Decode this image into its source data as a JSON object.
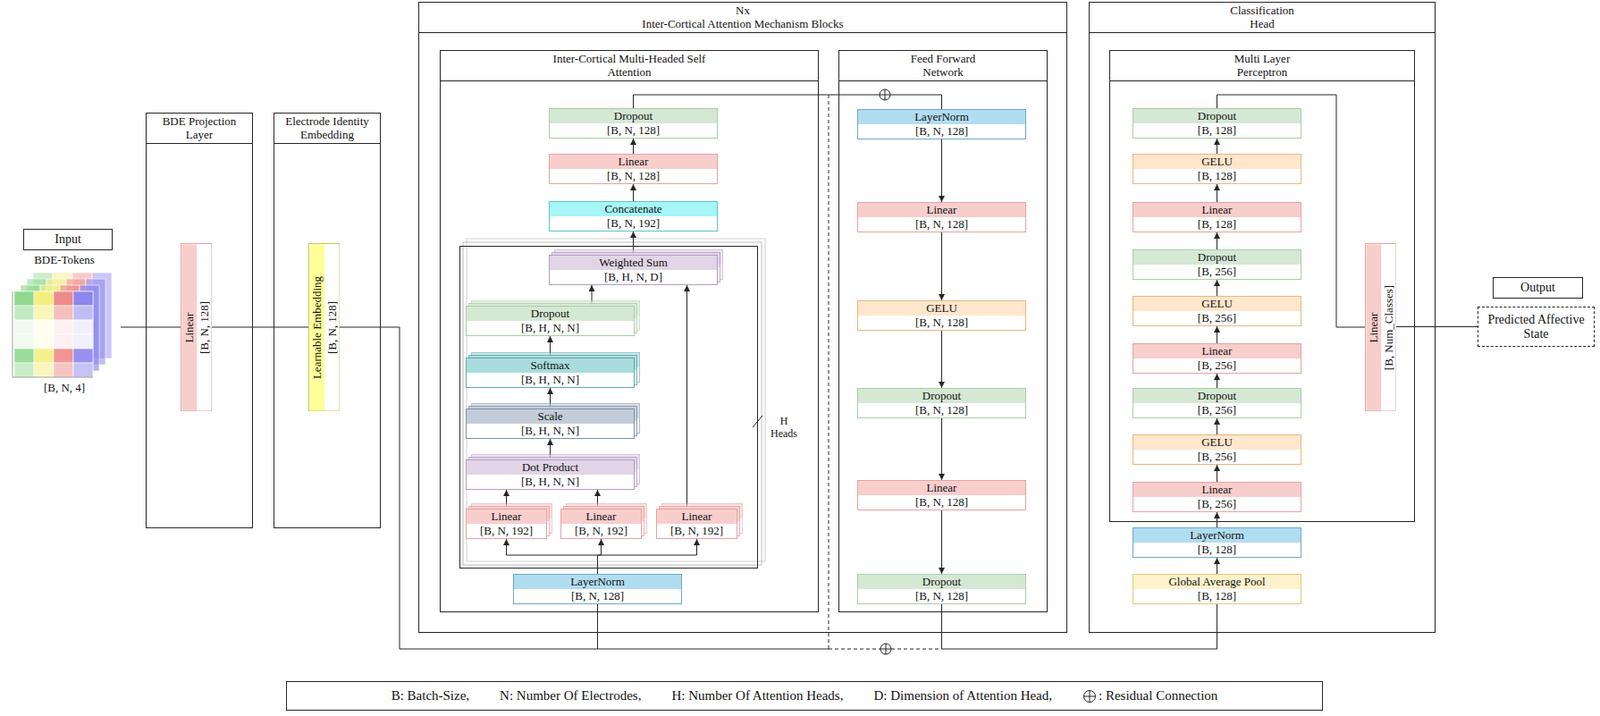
{
  "diagram": {
    "nodes": [
      {
        "text": [
          "Input"
        ]
      },
      {
        "text": [
          "BDE-Tokens",
          "[B, N, 4]"
        ]
      },
      {
        "text": [
          "BDE Projection Layer"
        ]
      },
      {
        "text": [
          "Linear",
          "[B, N, 128]"
        ],
        "in": 2
      },
      {
        "text": [
          "Electrode Identity Embedding"
        ]
      },
      {
        "text": [
          "Learnable Embedding",
          "[B, N, 128]"
        ],
        "in": 4
      },
      {
        "text": [
          "Nx",
          "Inter-Cortical Attention Mechanism Blocks"
        ]
      },
      {
        "text": [
          "Inter-Cortical Multi-Headed Self Attention"
        ],
        "in": 6
      },
      {
        "text": [
          "H Heads"
        ],
        "in": 7
      },
      {
        "text": [
          "Linear",
          "[B, N, 192]"
        ],
        "in": 8
      },
      {
        "text": [
          "Linear",
          "[B, N, 192]"
        ],
        "in": 8
      },
      {
        "text": [
          "Linear",
          "[B, N, 192]"
        ],
        "in": 8
      },
      {
        "text": [
          "Dot Product",
          "[B, H, N, N]"
        ],
        "in": 8
      },
      {
        "text": [
          "Scale",
          "[B, H, N, N]"
        ],
        "in": 8
      },
      {
        "text": [
          "Softmax",
          "[B, H, N, N]"
        ],
        "in": 8
      },
      {
        "text": [
          "Dropout",
          "[B, H, N, N]"
        ],
        "in": 8
      },
      {
        "text": [
          "Weighted Sum",
          "[B, H, N, D]"
        ],
        "in": 8
      },
      {
        "text": [
          "Concatenate",
          "[B, N, 192]"
        ],
        "in": 7
      },
      {
        "text": [
          "Linear",
          "[B, N, 128]"
        ],
        "in": 7
      },
      {
        "text": [
          "Dropout",
          "[B, N, 128]"
        ],
        "in": 7
      },
      {
        "text": [
          "LayerNorm",
          "[B, N, 128]"
        ],
        "in": 7
      },
      {
        "text": [
          "Feed Forward Network"
        ],
        "in": 6
      },
      {
        "text": [
          "LayerNorm",
          "[B, N, 128]"
        ],
        "in": 21
      },
      {
        "text": [
          "Linear",
          "[B, N, 128]"
        ],
        "in": 21
      },
      {
        "text": [
          "GELU",
          "[B, N, 128]"
        ],
        "in": 21
      },
      {
        "text": [
          "Dropout",
          "[B, N, 128]"
        ],
        "in": 21
      },
      {
        "text": [
          "Linear",
          "[B, N, 128]"
        ],
        "in": 21
      },
      {
        "text": [
          "Dropout",
          "[B, N, 128]"
        ],
        "in": 21
      },
      {
        "text": [
          "Classification Head"
        ]
      },
      {
        "text": [
          "Multi Layer Perceptron"
        ],
        "in": 28
      },
      {
        "text": [
          "Linear",
          "[B, 256]"
        ],
        "in": 29
      },
      {
        "text": [
          "GELU",
          "[B, 256]"
        ],
        "in": 29
      },
      {
        "text": [
          "Dropout",
          "[B, 256]"
        ],
        "in": 29
      },
      {
        "text": [
          "Linear",
          "[B, 256]"
        ],
        "in": 29
      },
      {
        "text": [
          "GELU",
          "[B, 256]"
        ],
        "in": 29
      },
      {
        "text": [
          "Dropout",
          "[B, 256]"
        ],
        "in": 29
      },
      {
        "text": [
          "Linear",
          "[B, 128]"
        ],
        "in": 29
      },
      {
        "text": [
          "GELU",
          "[B, 128]"
        ],
        "in": 29
      },
      {
        "text": [
          "Dropout",
          "[B, 128]"
        ],
        "in": 29
      },
      {
        "text": [
          "Global Average Pool",
          "[B, 128]"
        ],
        "in": 28
      },
      {
        "text": [
          "LayerNorm",
          "[B, 128]"
        ],
        "in": 28
      },
      {
        "text": [
          "Linear",
          "[B, Num_Classes]"
        ],
        "in": 28
      },
      {
        "text": [
          "Output"
        ]
      },
      {
        "text": [
          "Predicted Affective State"
        ]
      }
    ],
    "edges": [
      {
        "from": 1,
        "to": 3,
        "arrow": "none"
      },
      {
        "from": 3,
        "to": 5,
        "arrow": "none"
      },
      {
        "from": 5,
        "to": 20,
        "arrow": "none"
      },
      {
        "from": 20,
        "to": 9,
        "arrow": "to"
      },
      {
        "from": 20,
        "to": 10,
        "arrow": "to"
      },
      {
        "from": 20,
        "to": 11,
        "arrow": "to"
      },
      {
        "from": 9,
        "to": 12,
        "arrow": "to"
      },
      {
        "from": 10,
        "to": 12,
        "arrow": "to"
      },
      {
        "from": 12,
        "to": 13,
        "arrow": "to"
      },
      {
        "from": 13,
        "to": 14,
        "arrow": "to"
      },
      {
        "from": 14,
        "to": 15,
        "arrow": "to"
      },
      {
        "from": 15,
        "to": 16,
        "arrow": "to"
      },
      {
        "from": 11,
        "to": 16,
        "arrow": "to"
      },
      {
        "from": 16,
        "to": 17,
        "arrow": "to"
      },
      {
        "from": 17,
        "to": 18,
        "arrow": "to"
      },
      {
        "from": 18,
        "to": 19,
        "arrow": "to"
      },
      {
        "from": 19,
        "to": 22,
        "arrow": "none"
      },
      {
        "from": 22,
        "to": 23,
        "arrow": "to"
      },
      {
        "from": 23,
        "to": 24,
        "arrow": "to"
      },
      {
        "from": 24,
        "to": 25,
        "arrow": "to"
      },
      {
        "from": 25,
        "to": 26,
        "arrow": "to"
      },
      {
        "from": 26,
        "to": 27,
        "arrow": "to"
      },
      {
        "from": 27,
        "to": 39,
        "arrow": "none"
      },
      {
        "from": 39,
        "to": 40,
        "arrow": "to"
      },
      {
        "from": 40,
        "to": 30,
        "arrow": "to"
      },
      {
        "from": 30,
        "to": 31,
        "arrow": "to"
      },
      {
        "from": 31,
        "to": 32,
        "arrow": "to"
      },
      {
        "from": 32,
        "to": 33,
        "arrow": "to"
      },
      {
        "from": 33,
        "to": 34,
        "arrow": "to"
      },
      {
        "from": 34,
        "to": 35,
        "arrow": "to"
      },
      {
        "from": 35,
        "to": 36,
        "arrow": "to"
      },
      {
        "from": 36,
        "to": 37,
        "arrow": "to"
      },
      {
        "from": 37,
        "to": 38,
        "arrow": "to"
      },
      {
        "from": 38,
        "to": 41,
        "arrow": "none"
      },
      {
        "from": 41,
        "to": 43,
        "arrow": "none"
      }
    ],
    "labels": [
      "B: Batch-Size,",
      "N: Number Of Electrodes,",
      "H: Number Of Attention Heads,",
      "D: Dimension of Attention Head,"
    ],
    "legend": [
      {
        "text": ": Residual Connection"
      }
    ]
  }
}
